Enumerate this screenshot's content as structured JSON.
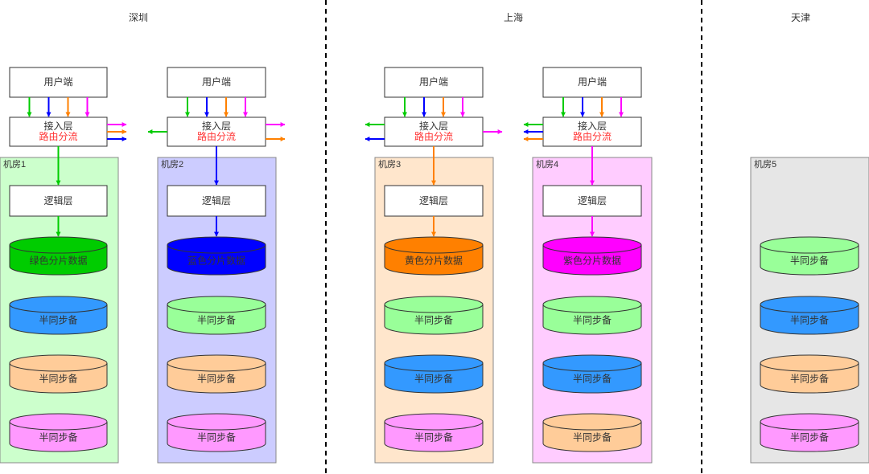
{
  "regions": [
    {
      "name": "深圳"
    },
    {
      "name": "上海"
    },
    {
      "name": "天津"
    }
  ],
  "box_labels": {
    "client": "用户端",
    "access": "接入层",
    "routing": "路由分流",
    "logic": "逻辑层"
  },
  "colors": {
    "green": "#00CC00",
    "blue": "#0000FF",
    "orange": "#FF8000",
    "magenta": "#FF00FF",
    "routing_text": "#FF3333"
  },
  "rooms": [
    {
      "id": "room1",
      "label": "机房1",
      "bg": "#CCFFCC",
      "has_client": true,
      "in_color": "green",
      "left_arrows": [],
      "right_arrows": [
        "magenta",
        "orange",
        "blue"
      ],
      "dbs": [
        {
          "label": "绿色分片数据",
          "fill": "#00CC00",
          "text_color": "#333333"
        },
        {
          "label": "半同步备",
          "fill": "#3399FF",
          "text_color": "#333333"
        },
        {
          "label": "半同步备",
          "fill": "#FFCC99",
          "text_color": "#333333"
        },
        {
          "label": "半同步备",
          "fill": "#FF99FF",
          "text_color": "#333333"
        }
      ]
    },
    {
      "id": "room2",
      "label": "机房2",
      "bg": "#CCCCFF",
      "has_client": true,
      "in_color": "blue",
      "left_arrows": [
        "green"
      ],
      "right_arrows": [
        "magenta",
        "orange"
      ],
      "dbs": [
        {
          "label": "蓝色分片数据",
          "fill": "#0000FF",
          "text_color": "#333333"
        },
        {
          "label": "半同步备",
          "fill": "#99FF99",
          "text_color": "#333333"
        },
        {
          "label": "半同步备",
          "fill": "#FFCC99",
          "text_color": "#333333"
        },
        {
          "label": "半同步备",
          "fill": "#FF99FF",
          "text_color": "#333333"
        }
      ]
    },
    {
      "id": "room3",
      "label": "机房3",
      "bg": "#FFE6CC",
      "has_client": true,
      "in_color": "orange",
      "left_arrows": [
        "green",
        "blue"
      ],
      "right_arrows": [
        "magenta"
      ],
      "dbs": [
        {
          "label": "黄色分片数据",
          "fill": "#FF8000",
          "text_color": "#333333"
        },
        {
          "label": "半同步备",
          "fill": "#99FF99",
          "text_color": "#333333"
        },
        {
          "label": "半同步备",
          "fill": "#3399FF",
          "text_color": "#333333"
        },
        {
          "label": "半同步备",
          "fill": "#FF99FF",
          "text_color": "#333333"
        }
      ]
    },
    {
      "id": "room4",
      "label": "机房4",
      "bg": "#FFCCFF",
      "has_client": true,
      "in_color": "magenta",
      "left_arrows": [
        "green",
        "blue",
        "orange"
      ],
      "right_arrows": [],
      "dbs": [
        {
          "label": "紫色分片数据",
          "fill": "#FF00FF",
          "text_color": "#333333"
        },
        {
          "label": "半同步备",
          "fill": "#99FF99",
          "text_color": "#333333"
        },
        {
          "label": "半同步备",
          "fill": "#3399FF",
          "text_color": "#333333"
        },
        {
          "label": "半同步备",
          "fill": "#FFCC99",
          "text_color": "#333333"
        }
      ]
    },
    {
      "id": "room5",
      "label": "机房5",
      "bg": "#E6E6E6",
      "has_client": false,
      "in_color": null,
      "left_arrows": [],
      "right_arrows": [],
      "dbs": [
        {
          "label": "半同步备",
          "fill": "#99FF99",
          "text_color": "#333333"
        },
        {
          "label": "半同步备",
          "fill": "#3399FF",
          "text_color": "#333333"
        },
        {
          "label": "半同步备",
          "fill": "#FFCC99",
          "text_color": "#333333"
        },
        {
          "label": "半同步备",
          "fill": "#FF99FF",
          "text_color": "#333333"
        }
      ]
    }
  ]
}
